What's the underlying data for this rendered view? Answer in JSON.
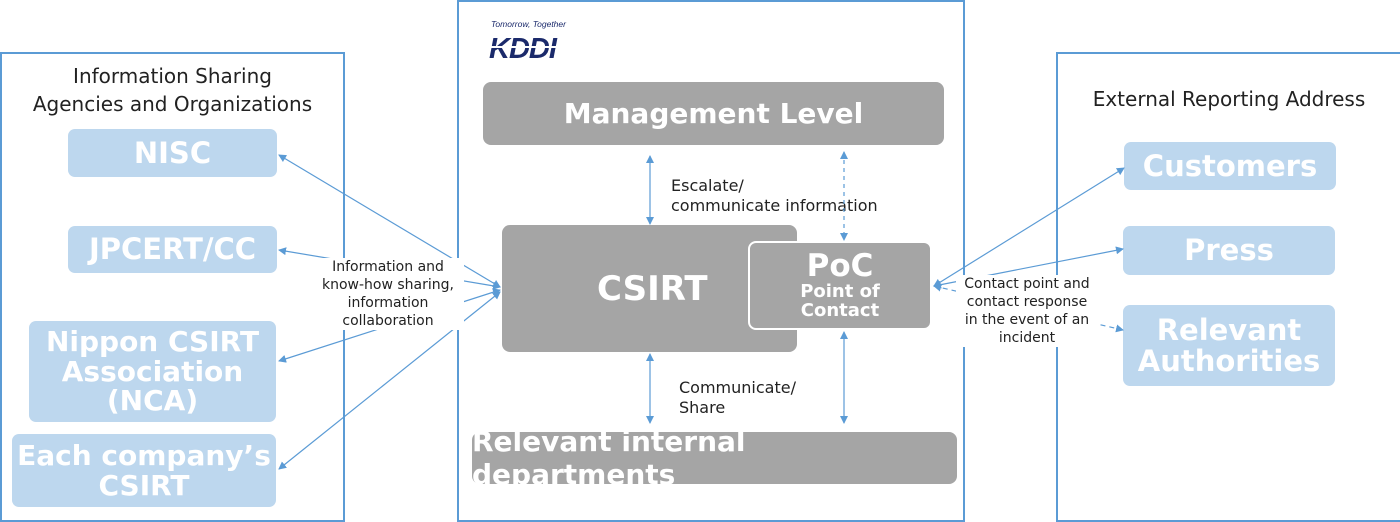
{
  "colors": {
    "panel_border": "#5b9bd5",
    "light_box": "#bdd7ee",
    "gray_box": "#a5a5a5",
    "arrow": "#5b9bd5"
  },
  "logo": {
    "tagline": "Tomorrow, Together",
    "wordmark": "KDDI"
  },
  "left": {
    "title_line1": "Information Sharing",
    "title_line2": "Agencies and Organizations",
    "items": [
      {
        "lines": [
          "NISC"
        ]
      },
      {
        "lines": [
          "JPCERT/CC"
        ]
      },
      {
        "lines": [
          "Nippon CSIRT",
          "Association",
          "(NCA)"
        ]
      },
      {
        "lines": [
          "Each company’s",
          "CSIRT"
        ]
      }
    ]
  },
  "center": {
    "management": "Management Level",
    "csirt": "CSIRT",
    "poc_title": "PoC",
    "poc_sub1": "Point of",
    "poc_sub2": "Contact",
    "departments": "Relevant internal departments",
    "escalate_line1": "Escalate/",
    "escalate_line2": "communicate information",
    "communicate_line1": "Communicate/",
    "communicate_line2": "Share"
  },
  "left_label": {
    "line1": "Information and",
    "line2": "know-how sharing,",
    "line3": "information",
    "line4": "collaboration"
  },
  "right": {
    "title": "External Reporting Address",
    "items": [
      {
        "lines": [
          "Customers"
        ]
      },
      {
        "lines": [
          "Press"
        ]
      },
      {
        "lines": [
          "Relevant",
          "Authorities"
        ]
      }
    ]
  },
  "right_label": {
    "line1": "Contact point and",
    "line2": "contact response",
    "line3": "in the event of an",
    "line4": "incident"
  }
}
